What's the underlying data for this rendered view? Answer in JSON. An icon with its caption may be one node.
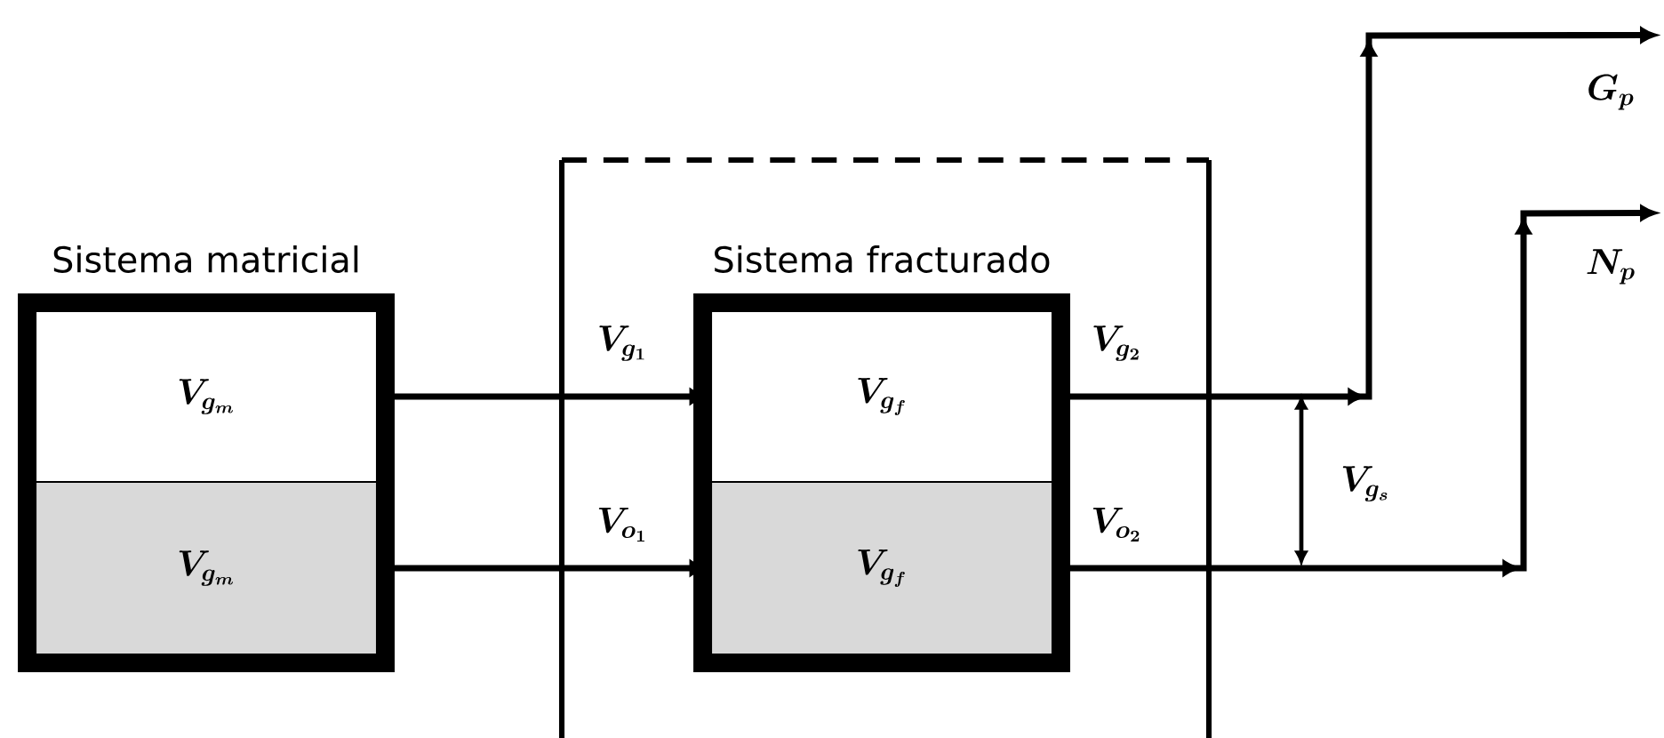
{
  "diagram": {
    "nodes": [
      {
        "text": [
          "Sistema matricial"
        ]
      },
      {
        "text": [
          "V_{g_m}"
        ],
        "in": 0
      },
      {
        "text": [
          "V_{g_m}"
        ],
        "in": 0
      },
      {
        "text": [
          "Sistema fracturado"
        ]
      },
      {
        "text": [
          "V_{g_f}"
        ],
        "in": 3
      },
      {
        "text": [
          "V_{g_f}"
        ],
        "in": 3
      },
      {
        "text": [
          "G_p"
        ]
      },
      {
        "text": [
          "N_p"
        ]
      }
    ],
    "edges": [
      {
        "from": 1,
        "to": 4,
        "arrow": "to",
        "label": "V_{g_1}"
      },
      {
        "from": 2,
        "to": 5,
        "arrow": "to",
        "label": "V_{o_1}"
      },
      {
        "from": 4,
        "to": 6,
        "arrow": "to",
        "label": "V_{g_2}"
      },
      {
        "from": 5,
        "to": 7,
        "arrow": "to",
        "label": "V_{o_2}"
      }
    ],
    "labels": [
      "V_{g_s}"
    ]
  }
}
